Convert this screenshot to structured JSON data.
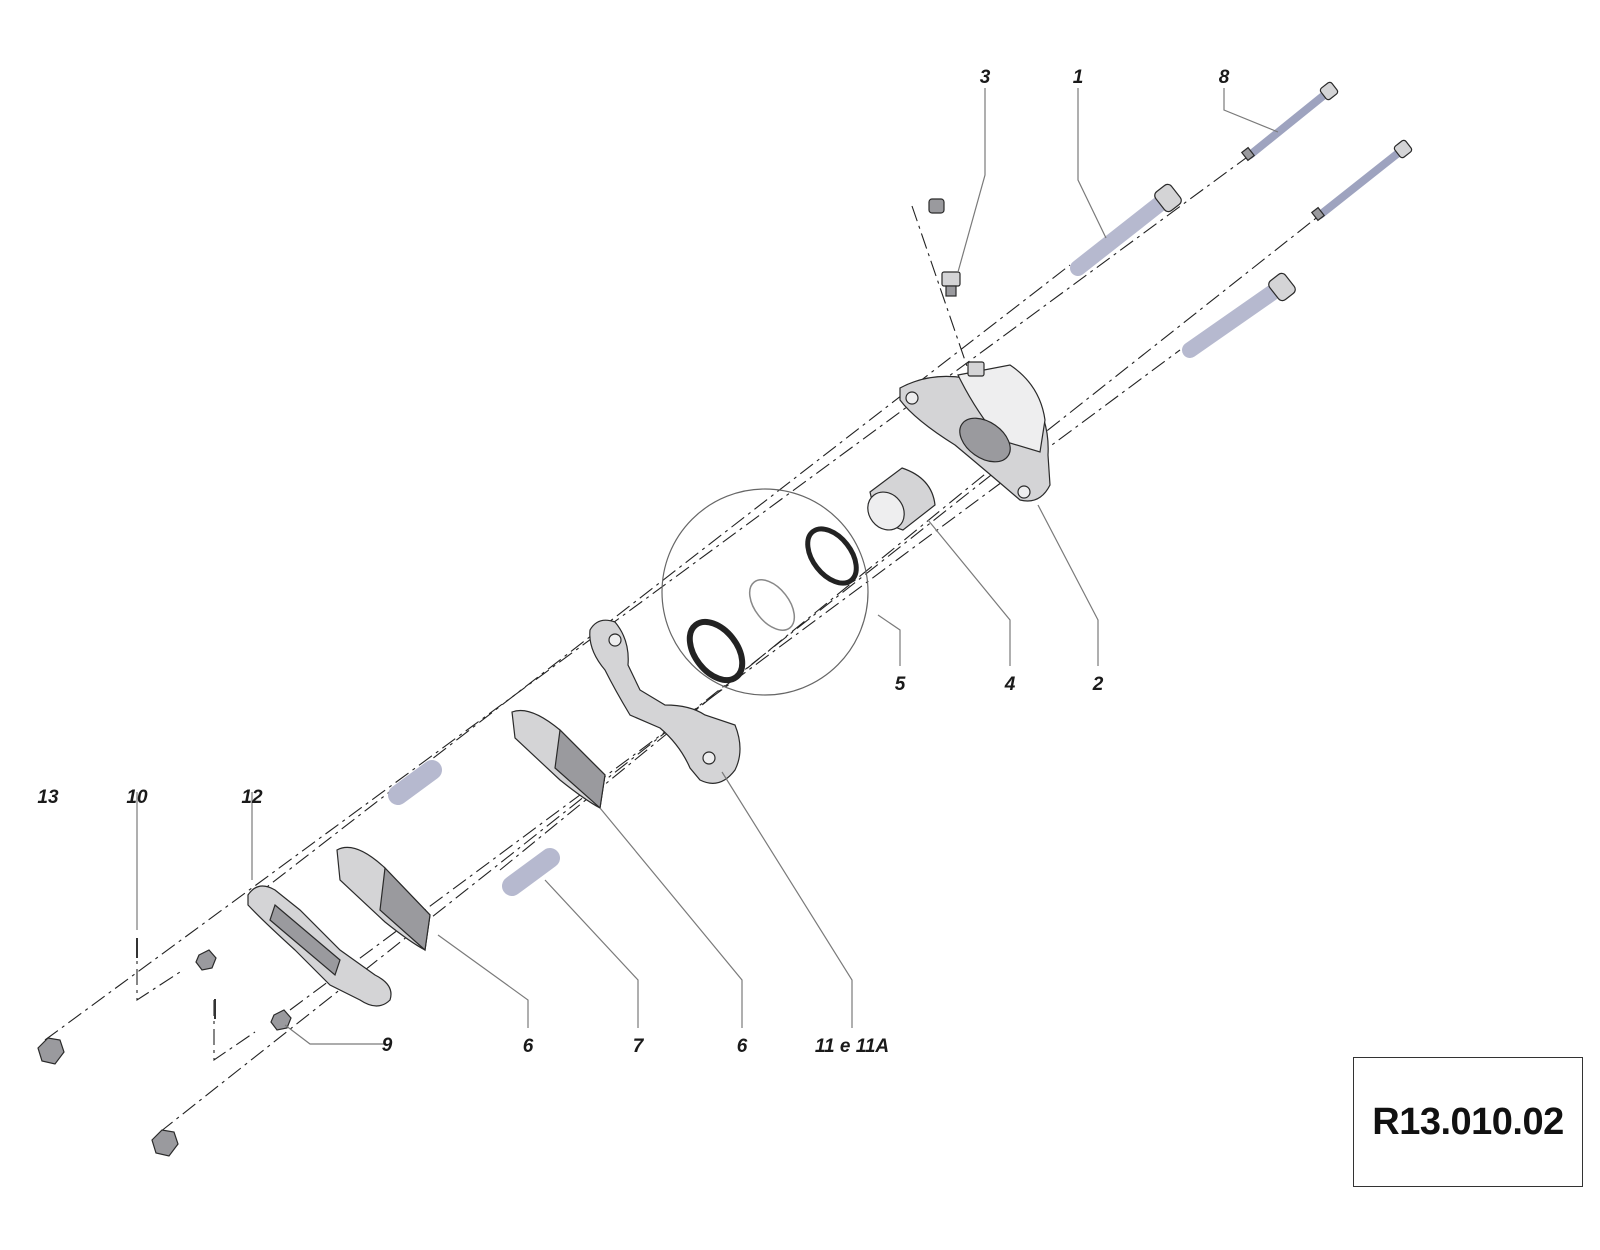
{
  "drawing": {
    "code": "R13.010.02",
    "callouts": {
      "c3": "3",
      "c1": "1",
      "c8": "8",
      "c5": "5",
      "c4": "4",
      "c2": "2",
      "c13": "13",
      "c10": "10",
      "c12": "12",
      "c9": "9",
      "c6a": "6",
      "c7": "7",
      "c6b": "6",
      "c11": "11 e 11A"
    }
  }
}
